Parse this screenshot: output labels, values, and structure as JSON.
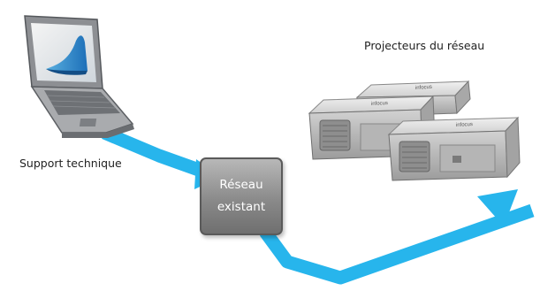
{
  "labels": {
    "projectors": "Projecteurs du réseau",
    "support": "Support technique",
    "network_line1": "Réseau",
    "network_line2": "existant"
  },
  "colors": {
    "arrow": "#27b5ec",
    "box": "#8a8a8a",
    "projector_body": "#d8d8d8",
    "laptop_body": "#9a9a9a"
  },
  "icons": [
    "laptop-icon",
    "projector-icon",
    "network-box"
  ]
}
